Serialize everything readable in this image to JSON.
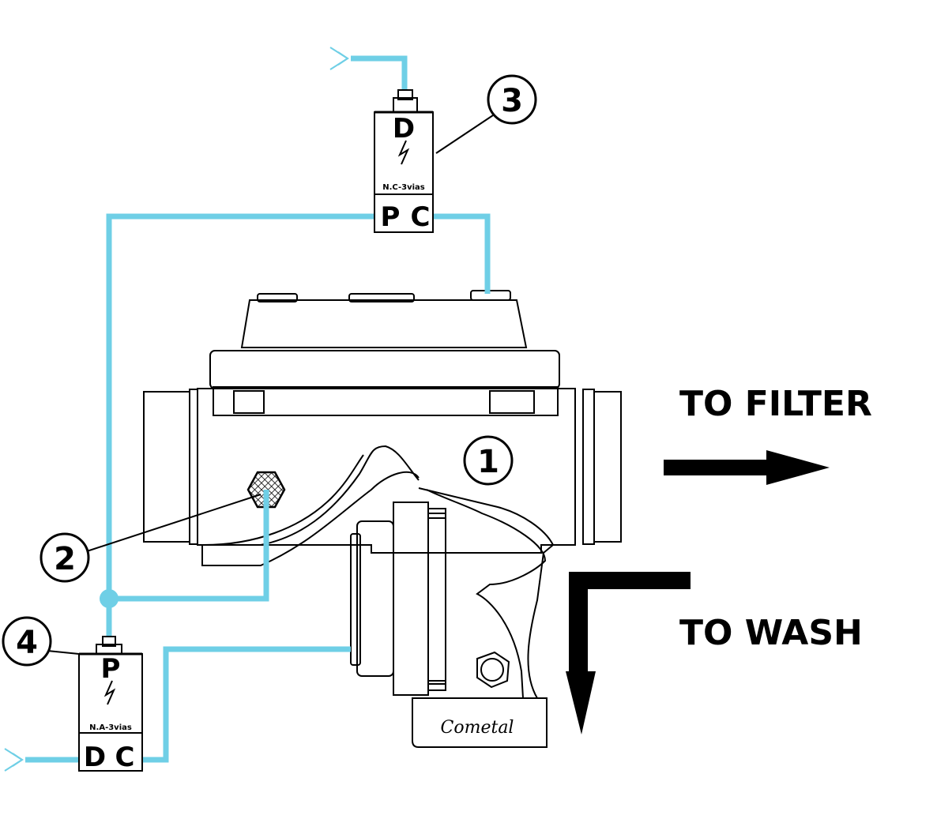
{
  "labels": {
    "to_filter": "TO FILTER",
    "to_wash": "TO WASH"
  },
  "callouts": {
    "c1": "1",
    "c2": "2",
    "c3": "3",
    "c4": "4"
  },
  "valve3": {
    "top_port": "D",
    "port_left": "P",
    "port_right": "C",
    "type": "N.C-3vias"
  },
  "valve4": {
    "top_port": "P",
    "port_left": "D",
    "port_right": "C",
    "type": "N.A-3vias"
  },
  "brand": "Cometal",
  "colors": {
    "pipe": "#6fcfe6",
    "line": "#000000"
  }
}
